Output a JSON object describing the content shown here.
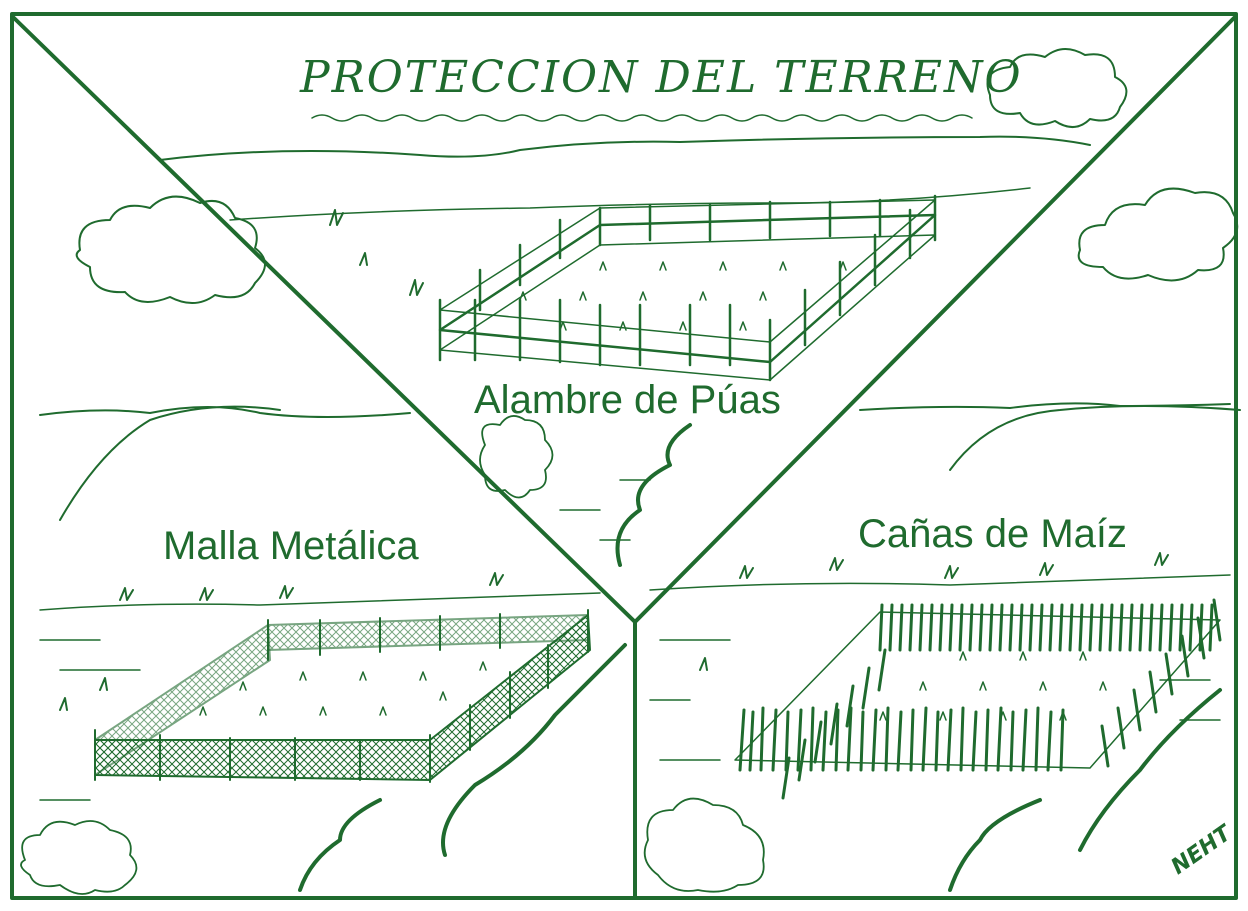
{
  "poster": {
    "title": "PROTECCION DEL TERRENO",
    "panels": [
      {
        "label": "Alambre de Púas"
      },
      {
        "label": "Malla Metálica"
      },
      {
        "label": "Cañas de Maíz"
      }
    ],
    "signature": "NEHT"
  },
  "colors": {
    "ink": "#1f6b2e",
    "background": "#ffffff"
  }
}
